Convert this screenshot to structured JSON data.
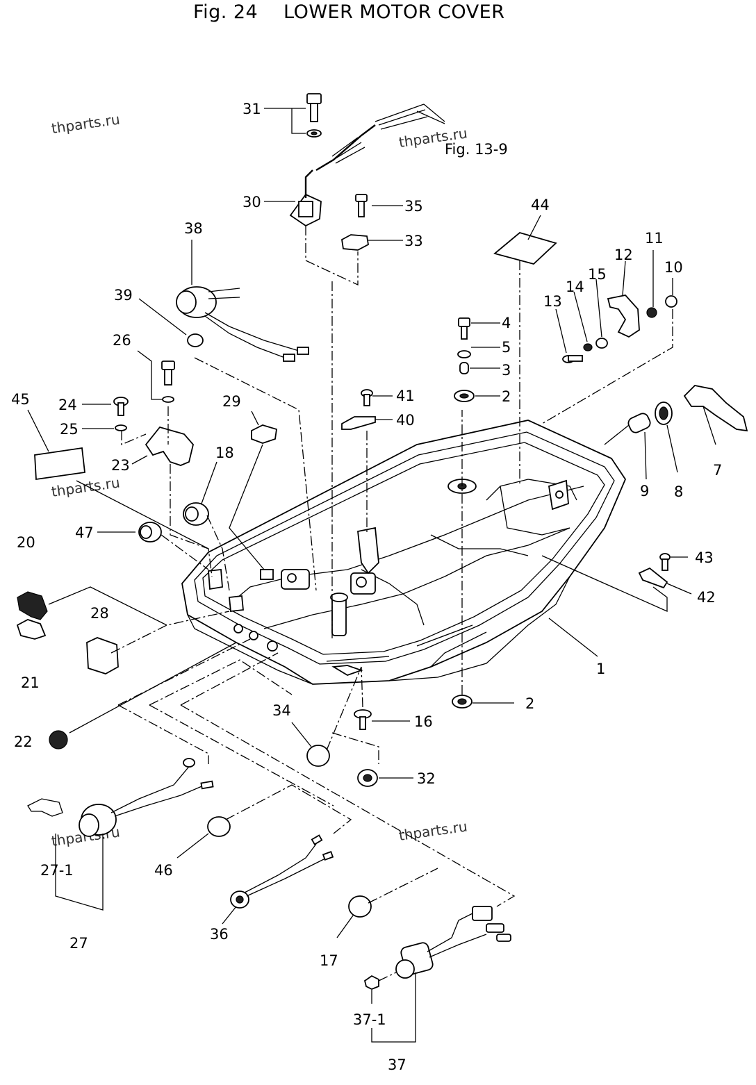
{
  "header": {
    "fig_number": "Fig. 24",
    "title": "LOWER MOTOR COVER"
  },
  "reference": "Fig. 13-9",
  "watermark": "thparts.ru",
  "part_numbers": {
    "p1": "1",
    "p2a": "2",
    "p2b": "2",
    "p3": "3",
    "p4": "4",
    "p5": "5",
    "p7": "7",
    "p8": "8",
    "p9": "9",
    "p10": "10",
    "p11": "11",
    "p12": "12",
    "p13": "13",
    "p14": "14",
    "p15": "15",
    "p16": "16",
    "p17": "17",
    "p18": "18",
    "p20": "20",
    "p21": "21",
    "p22": "22",
    "p23": "23",
    "p24": "24",
    "p25": "25",
    "p26": "26",
    "p27": "27",
    "p27_1": "27-1",
    "p28": "28",
    "p29": "29",
    "p30": "30",
    "p31": "31",
    "p32": "32",
    "p33": "33",
    "p34": "34",
    "p35": "35",
    "p36": "36",
    "p37": "37",
    "p37_1": "37-1",
    "p38": "38",
    "p39": "39",
    "p40": "40",
    "p41": "41",
    "p42": "42",
    "p43": "43",
    "p44": "44",
    "p45": "45",
    "p46": "46",
    "p47": "47"
  }
}
